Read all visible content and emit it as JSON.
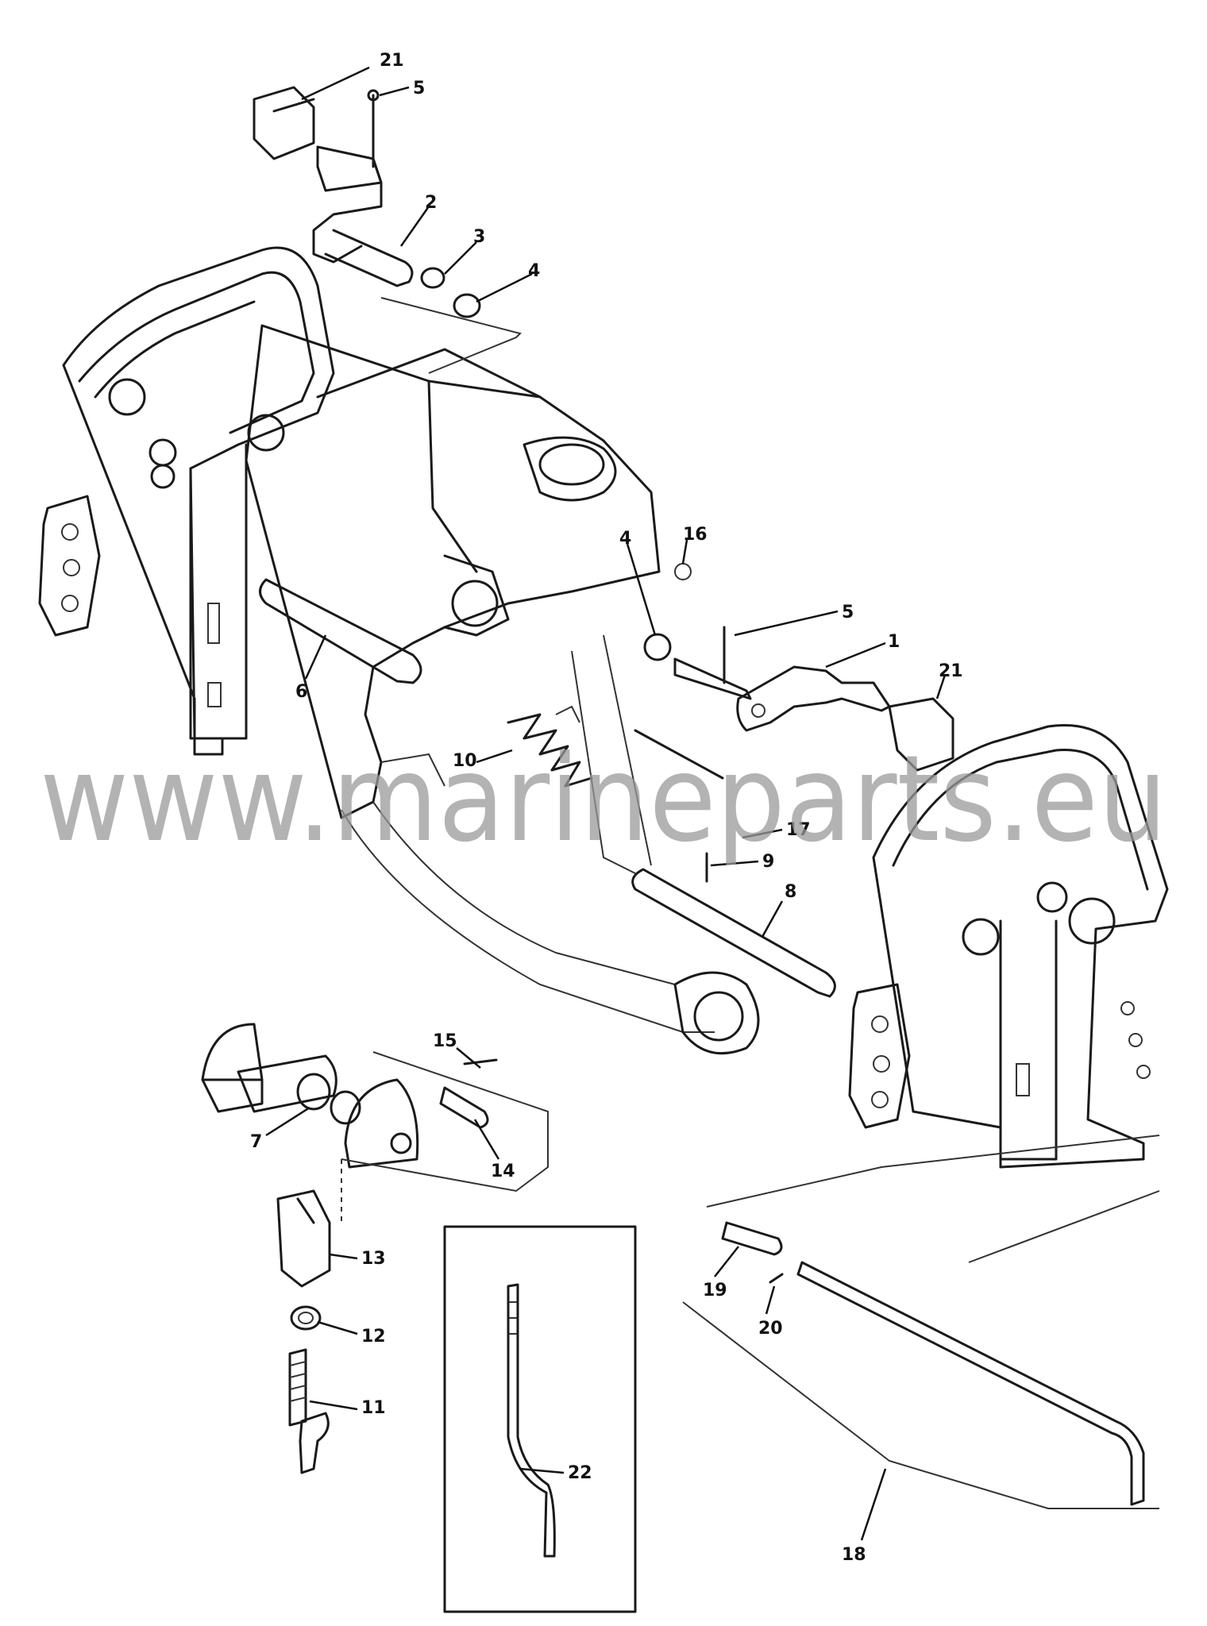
{
  "watermark": "www.marineparts.eu",
  "callouts": [
    "21",
    "5",
    "2",
    "3",
    "4",
    "4",
    "16",
    "5",
    "1",
    "21",
    "6",
    "10",
    "17",
    "9",
    "8",
    "15",
    "7",
    "14",
    "13",
    "12",
    "11",
    "22",
    "19",
    "20",
    "18"
  ],
  "colors": {
    "line": "#1a1a1a",
    "watermark": "#9a9a9a",
    "background": "#ffffff"
  }
}
